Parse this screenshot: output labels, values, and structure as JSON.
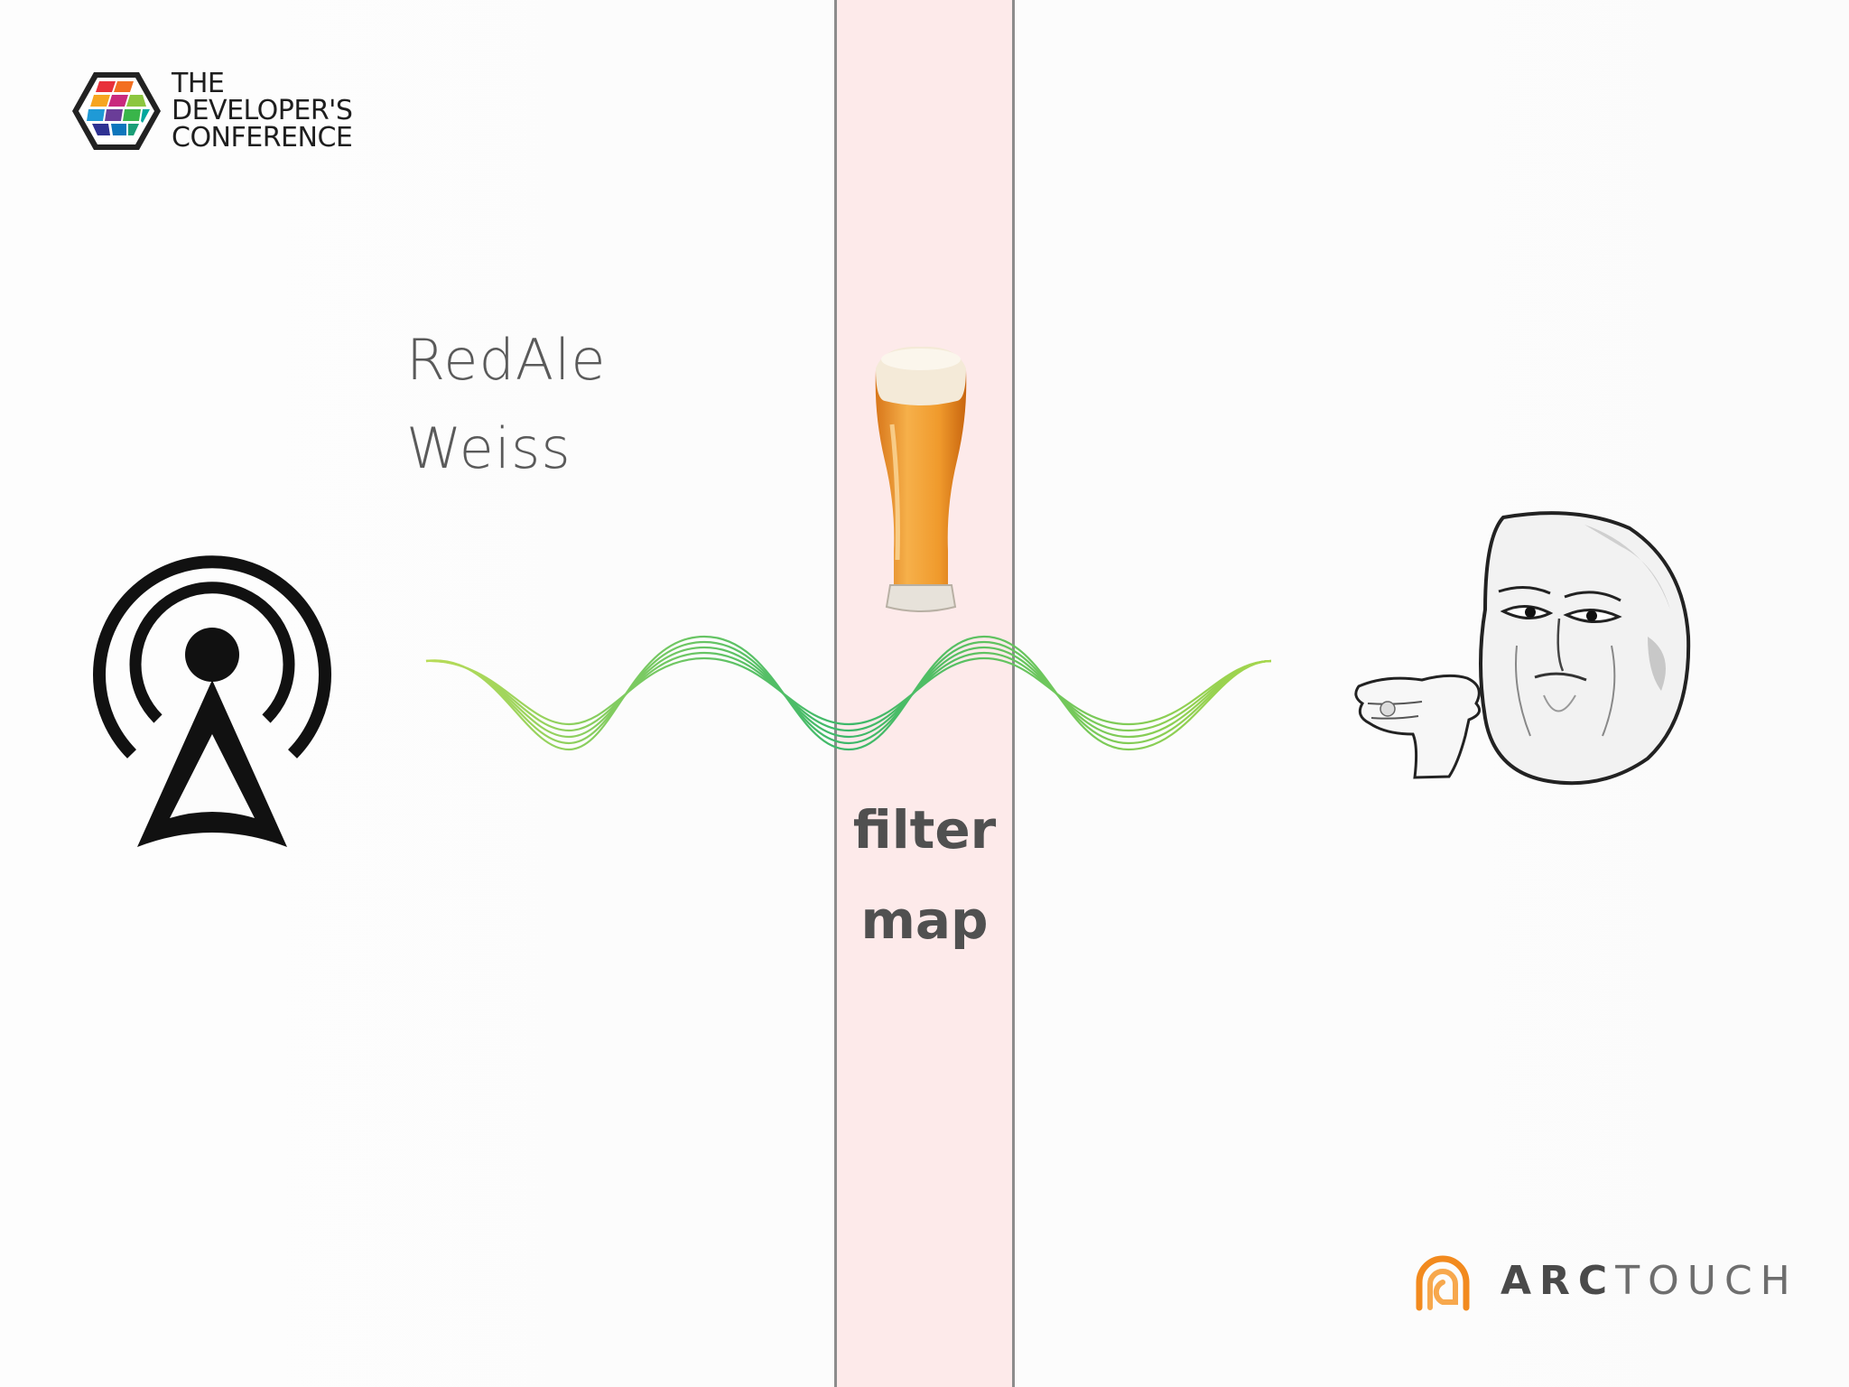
{
  "conference": {
    "lines": [
      "THE",
      "DEVELOPER'S",
      "CONFERENCE"
    ]
  },
  "stream": {
    "items": [
      "RedAle",
      "Weiss"
    ]
  },
  "operators": {
    "items": [
      "filter",
      "map"
    ]
  },
  "brand": {
    "prefix": "ARC",
    "suffix": "TOUCH",
    "accent": "#f28a1e"
  },
  "colors": {
    "band": "#fdeaea",
    "band_border": "#8c8c8c",
    "wave_start": "#a8d84a",
    "wave_end": "#1fb26b"
  },
  "icons": [
    "developers-conference-logo-icon",
    "antenna-icon",
    "wave-signal-icon",
    "beer-glass-icon",
    "meme-face-icon",
    "arctouch-logo-icon"
  ]
}
